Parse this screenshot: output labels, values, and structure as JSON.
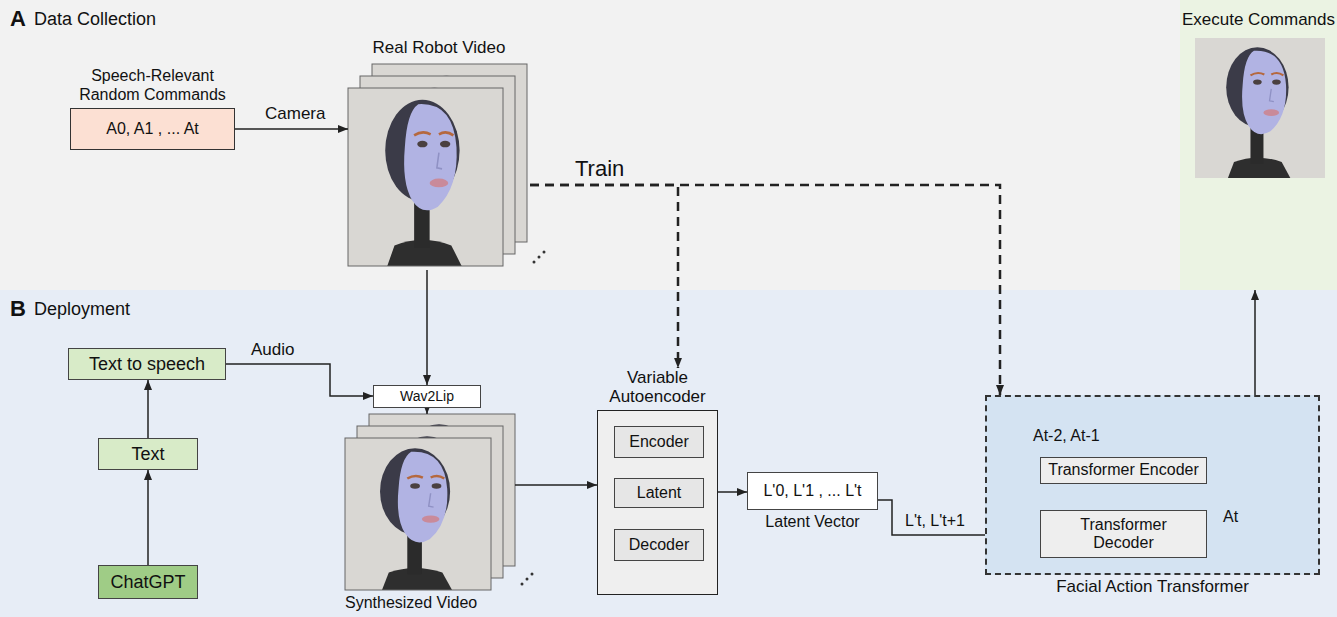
{
  "diagram": {
    "nodes": [
      {
        "text": [
          "A",
          "Data Collection"
        ]
      },
      {
        "text": [
          "Speech-Relevant Random Commands",
          "A0, A1 , ... At"
        ],
        "in": 0
      },
      {
        "text": [
          "Real Robot Video"
        ],
        "in": 0
      },
      {
        "text": [
          "Execute Commands"
        ]
      },
      {
        "text": [
          "B",
          "Deployment"
        ]
      },
      {
        "text": [
          "Text to speech"
        ],
        "in": 4
      },
      {
        "text": [
          "Text"
        ],
        "in": 4
      },
      {
        "text": [
          "ChatGPT"
        ],
        "in": 4
      },
      {
        "text": [
          "Wav2Lip"
        ],
        "in": 4
      },
      {
        "text": [
          "Synthesized Video"
        ],
        "in": 4
      },
      {
        "text": [
          "Variable Autoencoder"
        ],
        "in": 4
      },
      {
        "text": [
          "Encoder"
        ],
        "in": 10
      },
      {
        "text": [
          "Latent"
        ],
        "in": 10
      },
      {
        "text": [
          "Decoder"
        ],
        "in": 10
      },
      {
        "text": [
          "L'0, L'1 , ... L't",
          "Latent Vector"
        ],
        "in": 4
      },
      {
        "text": [
          "Facial Action Transformer"
        ],
        "in": 4
      },
      {
        "text": [
          "Transformer Encoder"
        ],
        "in": 15
      },
      {
        "text": [
          "Transformer Decoder"
        ],
        "in": 15
      }
    ],
    "edges": [
      {
        "from": 1,
        "to": 2,
        "label": "Camera",
        "arrow": "to"
      },
      {
        "from": 2,
        "to": 10,
        "label": "Train",
        "arrow": "to"
      },
      {
        "from": 2,
        "to": 15,
        "arrow": "to"
      },
      {
        "from": 2,
        "to": 8,
        "arrow": "to"
      },
      {
        "from": 7,
        "to": 6,
        "arrow": "to"
      },
      {
        "from": 6,
        "to": 5,
        "arrow": "to"
      },
      {
        "from": 5,
        "to": 8,
        "label": "Audio",
        "arrow": "to"
      },
      {
        "from": 8,
        "to": 9,
        "arrow": "to"
      },
      {
        "from": 9,
        "to": 10,
        "arrow": "to"
      },
      {
        "from": 11,
        "to": 12,
        "arrow": "to"
      },
      {
        "from": 12,
        "to": 13,
        "arrow": "to"
      },
      {
        "from": 12,
        "to": 14,
        "arrow": "to"
      },
      {
        "from": 14,
        "to": 17,
        "label": "L't, L't+1",
        "arrow": "to"
      },
      {
        "from": 16,
        "to": 17,
        "arrow": "to"
      },
      {
        "from": 17,
        "to": 3,
        "label": "At",
        "arrow": "to"
      },
      {
        "from": 17,
        "to": 16,
        "label": "At-2, At-1",
        "arrow": "to"
      }
    ]
  }
}
